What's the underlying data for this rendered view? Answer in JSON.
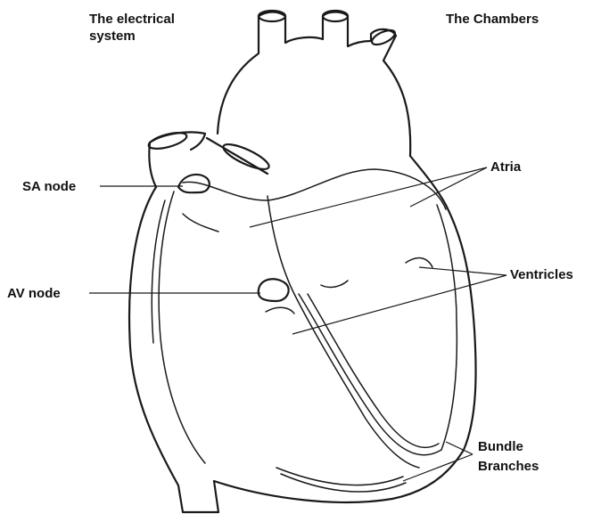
{
  "headings": {
    "left": "The electrical system",
    "right": "The Chambers"
  },
  "labels": {
    "sa_node": "SA node",
    "av_node": "AV node",
    "atria": "Atria",
    "ventricles": "Ventricles",
    "bundle_branches_line1": "Bundle",
    "bundle_branches_line2": "Branches"
  },
  "colors": {
    "line": "#1a1a1a",
    "background": "#ffffff"
  }
}
